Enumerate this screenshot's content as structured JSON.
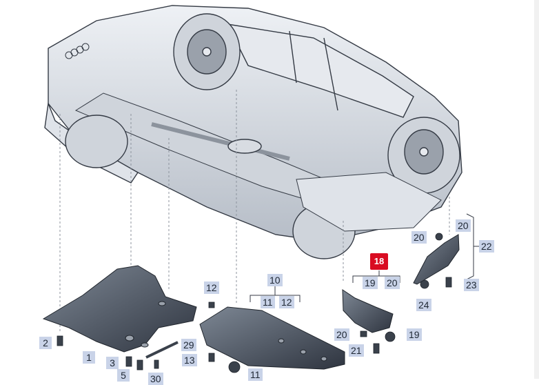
{
  "diagram": {
    "highlighted": "18",
    "accent_color": "#d90c22",
    "label_color": "#c9d3e8",
    "callouts": {
      "c1": "1",
      "c2": "2",
      "c3": "3",
      "c5": "5",
      "c10": "10",
      "c11a": "11",
      "c11b": "11",
      "c12a": "12",
      "c12b": "12",
      "c13": "13",
      "c19a": "19",
      "c19b": "19",
      "c20a": "20",
      "c20b": "20",
      "c20c": "20",
      "c20d": "20",
      "c21": "21",
      "c22": "22",
      "c23": "23",
      "c24": "24",
      "c29": "29",
      "c30": "30"
    }
  }
}
